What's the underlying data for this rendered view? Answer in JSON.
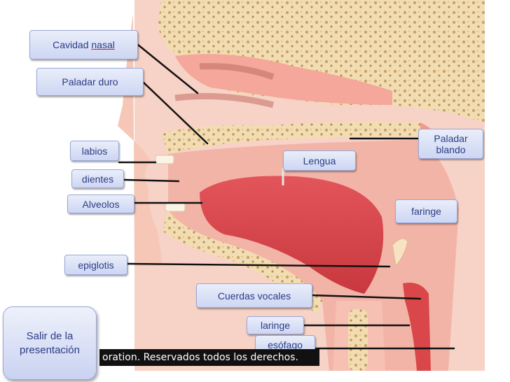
{
  "labels": {
    "cavidad_nasal_word1": "Cavidad",
    "cavidad_nasal_word2": "nasal",
    "paladar_duro": "Paladar duro",
    "labios": "labios",
    "dientes": "dientes",
    "alveolos": "Alveolos",
    "lengua": "Lengua",
    "paladar_blando": "Paladar\nblando",
    "faringe": "faringe",
    "epiglotis": "epiglotis",
    "cuerdas_vocales": "Cuerdas vocales",
    "laringe": "laringe",
    "esofago": "esófago"
  },
  "exit_button": {
    "line1": "Salir de la",
    "line2": "presentación"
  },
  "credit_text": "oration. Reservados todos los derechos.",
  "colors": {
    "label_text": "#2b3d86",
    "label_border": "#98a8d8",
    "tissue_pink": "#f3b4a8",
    "tongue_red": "#d9474a",
    "bone": "#f2ddb2",
    "leader_line": "#111111"
  }
}
